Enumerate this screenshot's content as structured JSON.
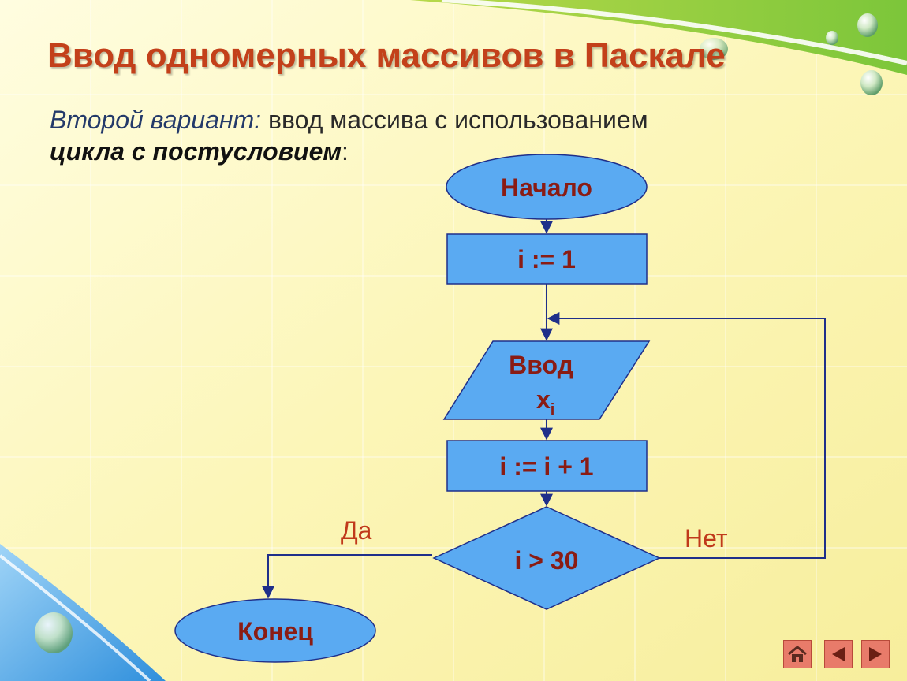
{
  "slide": {
    "title": "Ввод одномерных массивов в Паскале",
    "subtitle_lead": "Второй вариант:",
    "subtitle_rest": " ввод массива с использованием",
    "subtitle_bold": "цикла с постусловием",
    "subtitle_end": ":"
  },
  "flowchart": {
    "start": "Начало",
    "init": "i := 1",
    "input_word": "Ввод",
    "input_var": "x",
    "input_sub": "i",
    "increment": "i := i + 1",
    "condition": "i > 30",
    "yes_label": "Да",
    "no_label": "Нет",
    "end": "Конец"
  },
  "navigation": {
    "icons": [
      "home-icon",
      "prev-arrow-icon",
      "next-arrow-icon"
    ]
  },
  "colors": {
    "title": "#c3401a",
    "shape_fill": "#5aaaf2",
    "shape_text": "#8a1c14",
    "connector": "#1f2f8a",
    "branch_label": "#c0391b",
    "nav_button": "#e87b6a"
  }
}
